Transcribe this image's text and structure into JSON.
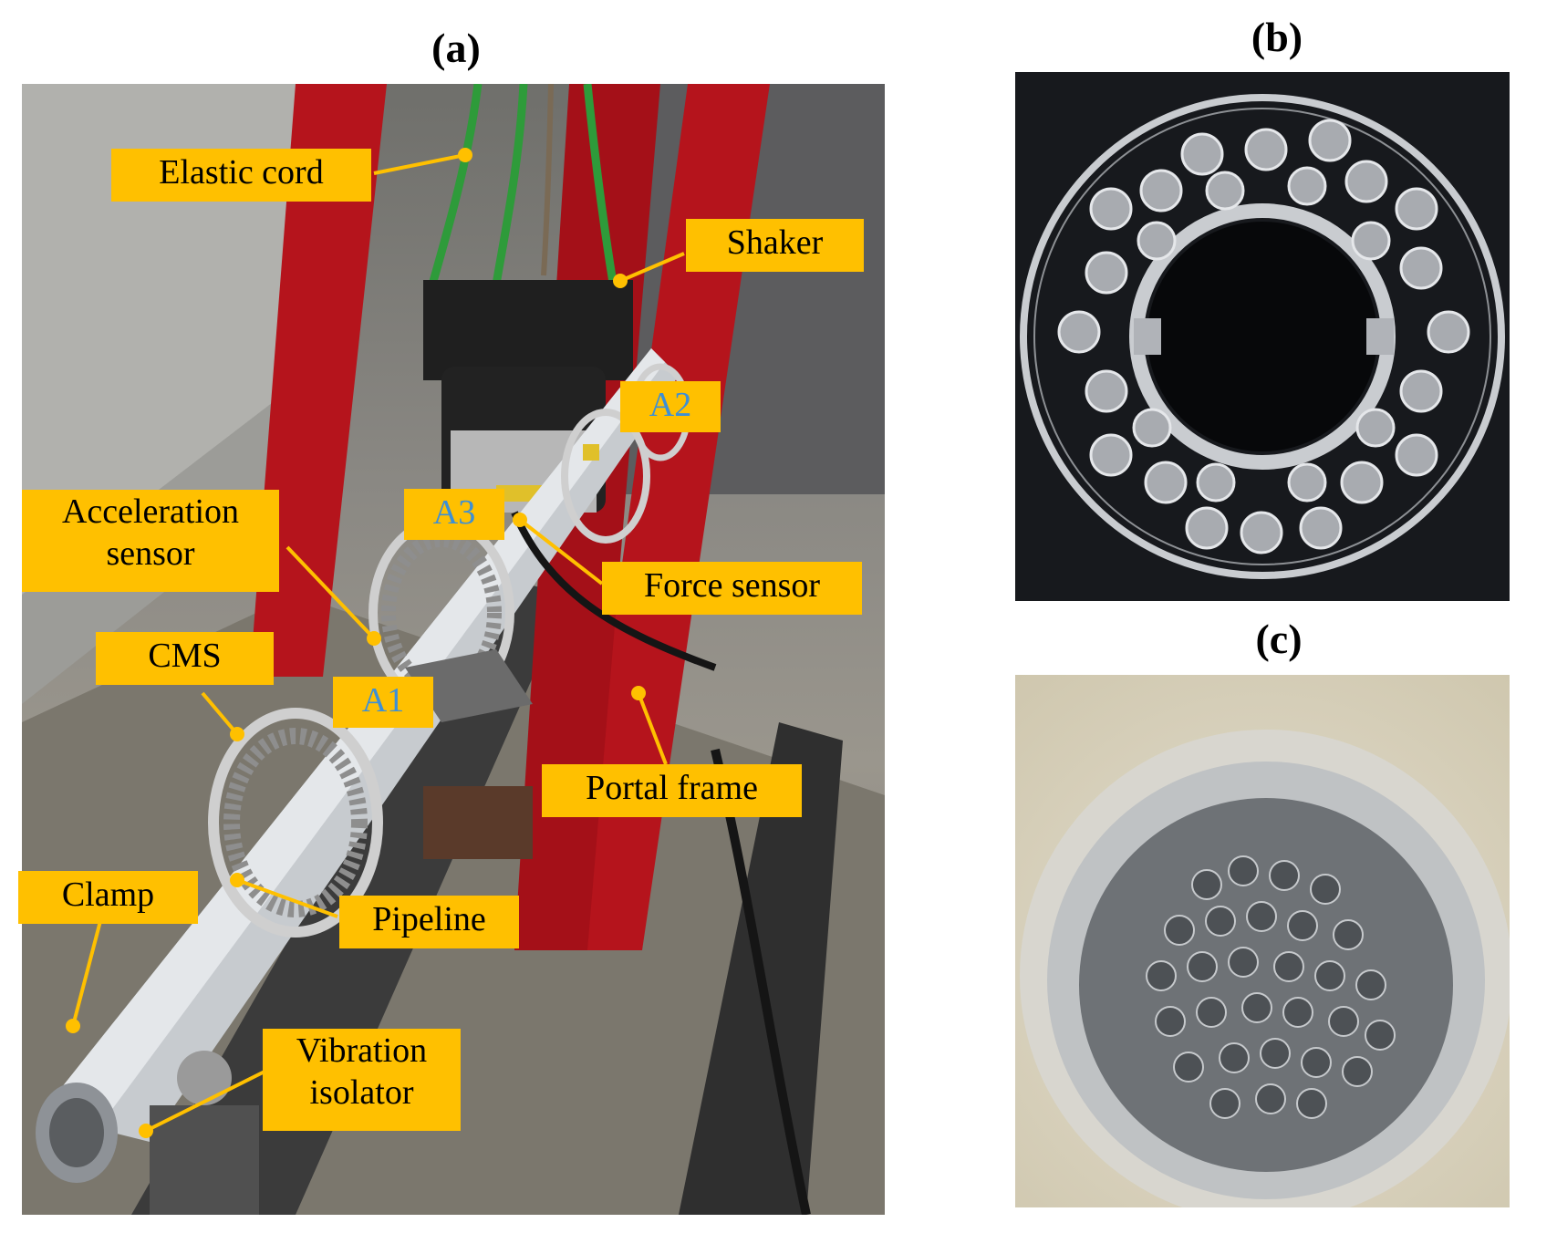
{
  "panels": {
    "a": {
      "title": "(a)"
    },
    "b": {
      "title": "(b)"
    },
    "c": {
      "title": "(c)"
    }
  },
  "labels": {
    "elastic_cord": "Elastic cord",
    "shaker": "Shaker",
    "a2": "A2",
    "a3": "A3",
    "a1": "A1",
    "acceleration_sensor_line1": "Acceleration",
    "acceleration_sensor_line2": "sensor",
    "force_sensor": "Force sensor",
    "cms": "CMS",
    "portal_frame": "Portal frame",
    "clamp": "Clamp",
    "pipeline": "Pipeline",
    "vibration_isolator_line1": "Vibration",
    "vibration_isolator_line2": "isolator"
  },
  "colors": {
    "label_fill": "#ffc000",
    "sensor_label_text": "#3d8fd6",
    "frame_red": "#b5141c"
  }
}
